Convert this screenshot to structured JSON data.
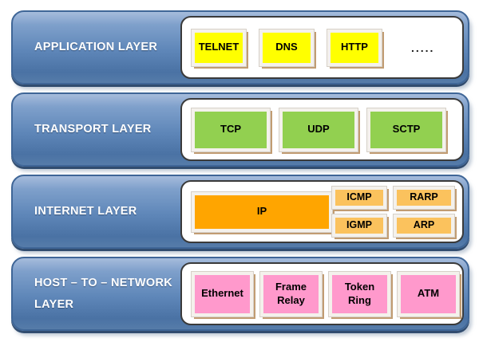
{
  "colors": {
    "application_box": "#FFFF00",
    "transport_box": "#92D050",
    "internet_main_box": "#FFA500",
    "internet_sub_box": "#FBC25D",
    "host_network_box": "#FF99CC",
    "layer_bar_blue": "#5E86B8",
    "chip_shadow_tan": "#BA9163"
  },
  "layers": [
    {
      "title": "APPLICATION LAYER",
      "boxes": [
        {
          "label": "TELNET"
        },
        {
          "label": "DNS"
        },
        {
          "label": "HTTP"
        }
      ],
      "more": "....."
    },
    {
      "title": "TRANSPORT LAYER",
      "boxes": [
        {
          "label": "TCP"
        },
        {
          "label": "UDP"
        },
        {
          "label": "SCTP"
        }
      ]
    },
    {
      "title": "INTERNET LAYER",
      "main_box": {
        "label": "IP"
      },
      "sub_boxes": [
        {
          "label": "ICMP"
        },
        {
          "label": "RARP"
        },
        {
          "label": "IGMP"
        },
        {
          "label": "ARP"
        }
      ]
    },
    {
      "title": "HOST – TO – NETWORK LAYER",
      "boxes": [
        {
          "label": "Ethernet"
        },
        {
          "label": "Frame Relay"
        },
        {
          "label": "Token Ring"
        },
        {
          "label": "ATM"
        }
      ]
    }
  ]
}
